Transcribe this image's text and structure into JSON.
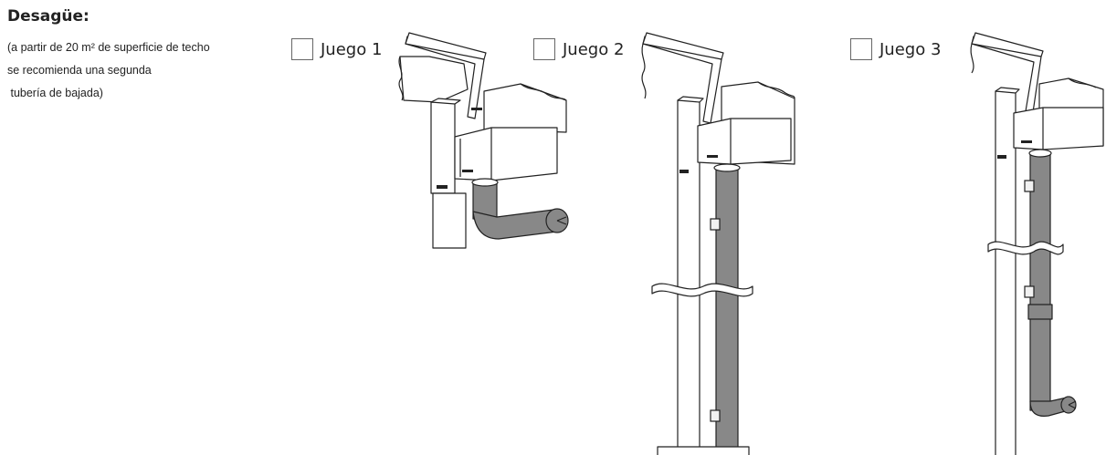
{
  "heading": "Desagüe:",
  "note": {
    "lines": [
      "(a partir de 20 m² de superficie de techo",
      "se recomienda una segunda",
      " tubería de bajada)"
    ]
  },
  "options": [
    {
      "label": "Juego 1",
      "checked": false
    },
    {
      "label": "Juego 2",
      "checked": false
    },
    {
      "label": "Juego 3",
      "checked": false
    }
  ],
  "colors": {
    "pipe": "#888888",
    "outline": "#222222",
    "checkbox_border": "#666666"
  },
  "icons": {
    "checkbox": "empty-square"
  }
}
